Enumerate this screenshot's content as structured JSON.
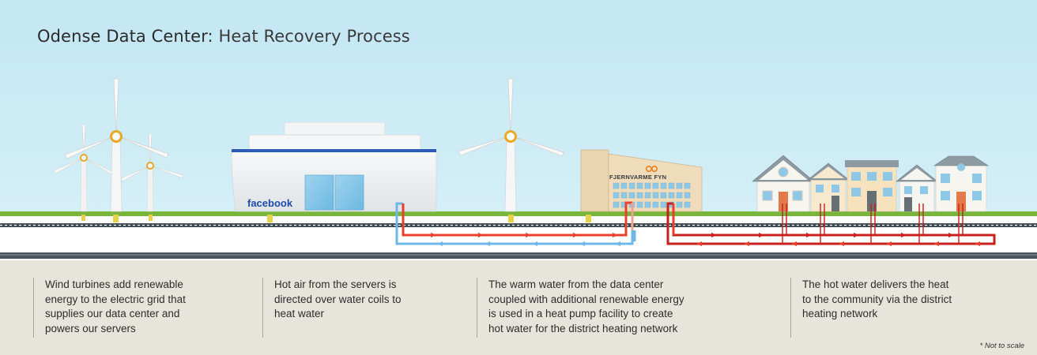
{
  "title": {
    "bold": "Odense Data Center:",
    "light": "Heat Recovery Process"
  },
  "labels": {
    "facebook": "facebook",
    "fjernvarme": "FJERNVARME FYN"
  },
  "captions": [
    {
      "text": "Wind turbines add renewable\nenergy to the electric grid that\nsupplies our data center and\npowers our servers"
    },
    {
      "text": "Hot air from the servers is\ndirected over water coils to\nheat water"
    },
    {
      "text": "The warm water from the data center\ncoupled with additional renewable energy\nis used in a heat pump facility to create\nhot water for the district heating network"
    },
    {
      "text": "The hot water delivers the heat\nto the community via the district\nheating network"
    }
  ],
  "footnote": "* Not to scale",
  "colors": {
    "sky": "#c9eaf4",
    "grass": "#78b63b",
    "warm_pipe": "#e8402a",
    "cool_pipe": "#6fb7e6",
    "hot_pipe": "#c8201d",
    "accent_gold": "#e9a825",
    "facebook_blue": "#1e4aa8"
  }
}
